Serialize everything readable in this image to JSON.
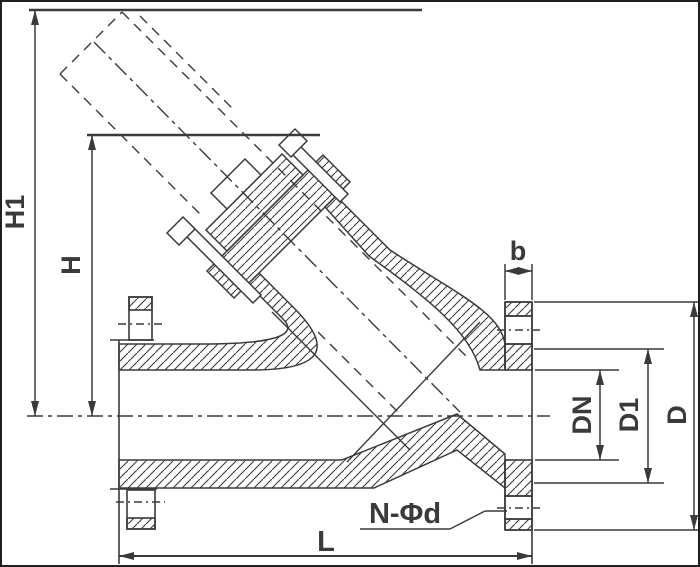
{
  "drawing": {
    "kind": "valve-sectional-drawing",
    "colors": {
      "line": "#3a3a3a",
      "background": "#ffffff"
    },
    "labels": {
      "height_total": "H1",
      "height_body": "H",
      "flange_thickness": "b",
      "nominal_bore": "DN",
      "bolt_circle": "D1",
      "flange_od": "D",
      "face_to_face": "L",
      "bolt_holes": "N-Φd"
    }
  }
}
